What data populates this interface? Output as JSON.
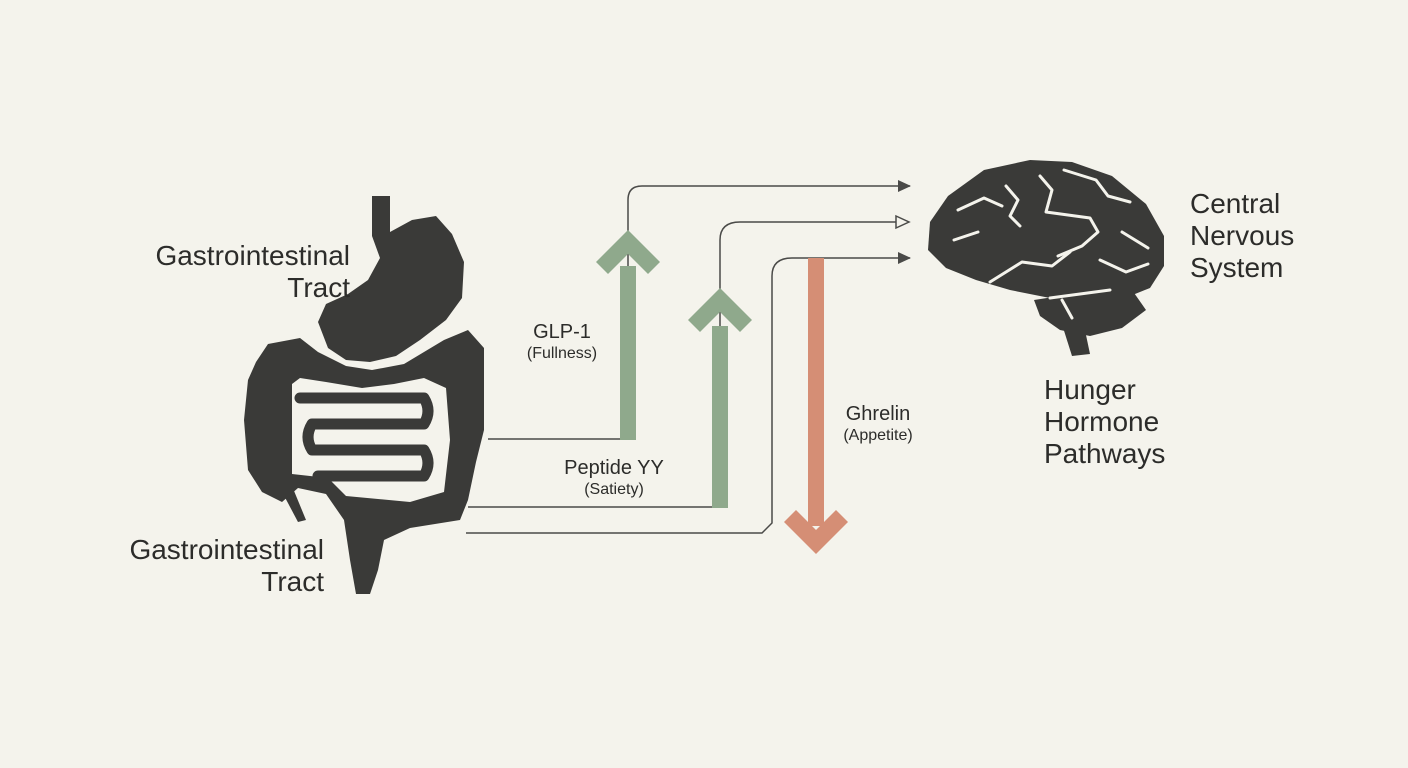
{
  "labels": {
    "gi_top": {
      "line1": "Gastrointestinal",
      "line2": "Tract"
    },
    "gi_bottom": {
      "line1": "Gastrointestinal",
      "line2": "Tract"
    },
    "cns": {
      "line1": "Central",
      "line2": "Nervous",
      "line3": "System"
    },
    "pathways": {
      "line1": "Hunger",
      "line2": "Hormone",
      "line3": "Pathways"
    }
  },
  "hormones": [
    {
      "name": "GLP-1",
      "effect": "(Fullness)",
      "direction": "up",
      "color": "#8fa98c"
    },
    {
      "name": "Peptide YY",
      "effect": "(Satiety)",
      "direction": "up",
      "color": "#8fa98c"
    },
    {
      "name": "Ghrelin",
      "effect": "(Appetite)",
      "direction": "down",
      "color": "#d58e75"
    }
  ],
  "colors": {
    "background": "#f4f3ec",
    "organ": "#3a3a38",
    "line": "#4a4a48",
    "satiety_arrow": "#8fa98c",
    "appetite_arrow": "#d58e75"
  },
  "icons": [
    "digestive-system-icon",
    "brain-icon"
  ]
}
